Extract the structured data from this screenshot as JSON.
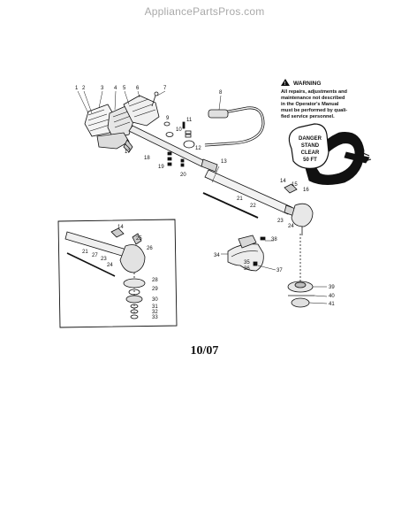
{
  "site": {
    "watermark": "AppliancePartsPros.com"
  },
  "warning": {
    "title": "WARNING",
    "lines": [
      "All repairs, adjustments and",
      "maintenance not described",
      "in the Operator's Manual",
      "must be performed by quali-",
      "fied service personnel."
    ]
  },
  "danger_sign": {
    "lines": [
      "DANGER",
      "STAND",
      "CLEAR",
      "50 FT"
    ]
  },
  "part_numbers": {
    "p1": "1",
    "p2": "2",
    "p3": "3",
    "p4": "4",
    "p5": "5",
    "p6": "6",
    "p7": "7",
    "p8": "8",
    "p9": "9",
    "p10": "10",
    "p11": "11",
    "p12": "12",
    "p13": "13",
    "p14": "14",
    "p14b": "14",
    "p15": "15",
    "p16": "16",
    "p17": "17",
    "p18": "18",
    "p19": "19",
    "p20": "20",
    "p21": "21",
    "p21b": "21",
    "p22": "22",
    "p23": "23",
    "p23b": "23",
    "p24": "24",
    "p24b": "24",
    "p25": "25",
    "p26": "26",
    "p27": "27",
    "p28": "28",
    "p29": "29",
    "p30": "30",
    "p31": "31",
    "p32": "32",
    "p33": "33",
    "p34": "34",
    "p35": "35",
    "p36": "36",
    "p37": "37",
    "p38": "38",
    "p39": "39",
    "p40": "40",
    "p41": "41"
  },
  "footer": {
    "date_code": "10/07"
  }
}
